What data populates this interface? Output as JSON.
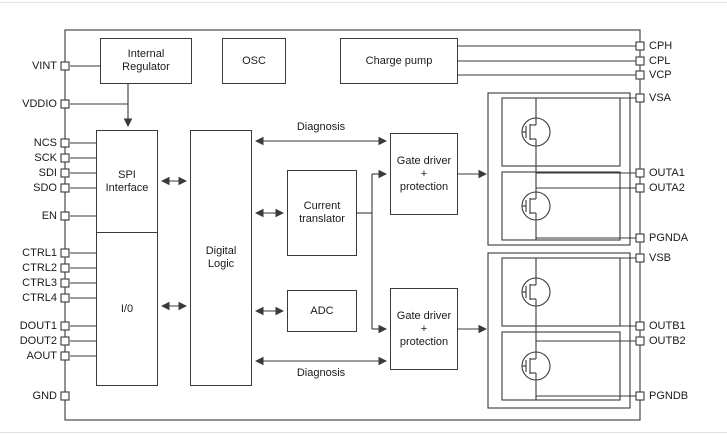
{
  "diagram": {
    "blocks": {
      "internal_regulator": {
        "lines": [
          "Internal",
          "Regulator"
        ]
      },
      "osc": {
        "label": "OSC"
      },
      "charge_pump": {
        "label": "Charge pump"
      },
      "spi_interface": {
        "lines": [
          "SPI",
          "Interface"
        ]
      },
      "io": {
        "label": "I/0"
      },
      "digital_logic": {
        "lines": [
          "Digital",
          "Logic"
        ]
      },
      "current_translator": {
        "lines": [
          "Current",
          "translator"
        ]
      },
      "adc": {
        "label": "ADC"
      },
      "gate_driver_a": {
        "lines": [
          "Gate driver",
          "+",
          "protection"
        ]
      },
      "gate_driver_b": {
        "lines": [
          "Gate driver",
          "+",
          "protection"
        ]
      }
    },
    "labels": {
      "diagnosis_top": "Diagnosis",
      "diagnosis_bottom": "Diagnosis"
    },
    "pins": {
      "left": [
        "VINT",
        "VDDIO",
        "NCS",
        "SCK",
        "SDI",
        "SDO",
        "EN",
        "CTRL1",
        "CTRL2",
        "CTRL3",
        "CTRL4",
        "DOUT1",
        "DOUT2",
        "AOUT",
        "GND"
      ],
      "right": [
        "CPH",
        "CPL",
        "VCP",
        "VSA",
        "OUTA1",
        "OUTA2",
        "PGNDA",
        "VSB",
        "OUTB1",
        "OUTB2",
        "PGNDB"
      ]
    },
    "colors": {
      "line": "#3a3a3a",
      "background": "#ffffff"
    }
  }
}
